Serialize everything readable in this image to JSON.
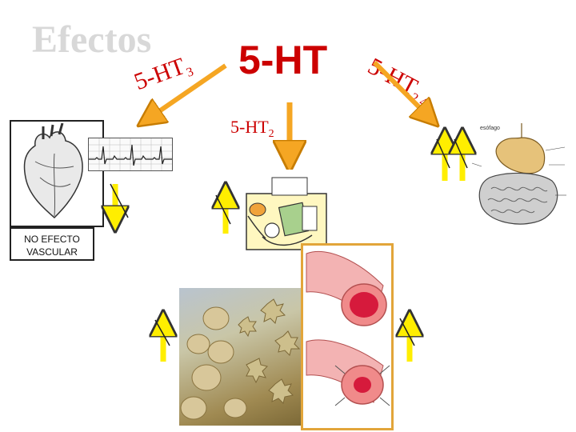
{
  "title": "Efectos",
  "center_label": "5-HT",
  "receptor_left": {
    "base": "5-HT",
    "sub": "3"
  },
  "receptor_right": {
    "base": "5-HT",
    "sub": "2,4"
  },
  "receptor_down": {
    "base": "5-HT",
    "sub": "2"
  },
  "heart_note": "NO EFECTO\nVASCULAR",
  "gut_small_label": "esófago",
  "colors": {
    "receptor_text": "#cc0000",
    "title_text": "#d8d8d8",
    "arrow_orange": "#f5a623",
    "arrow_yellow": "#ffee00",
    "vessel_border": "#e2a53a"
  }
}
